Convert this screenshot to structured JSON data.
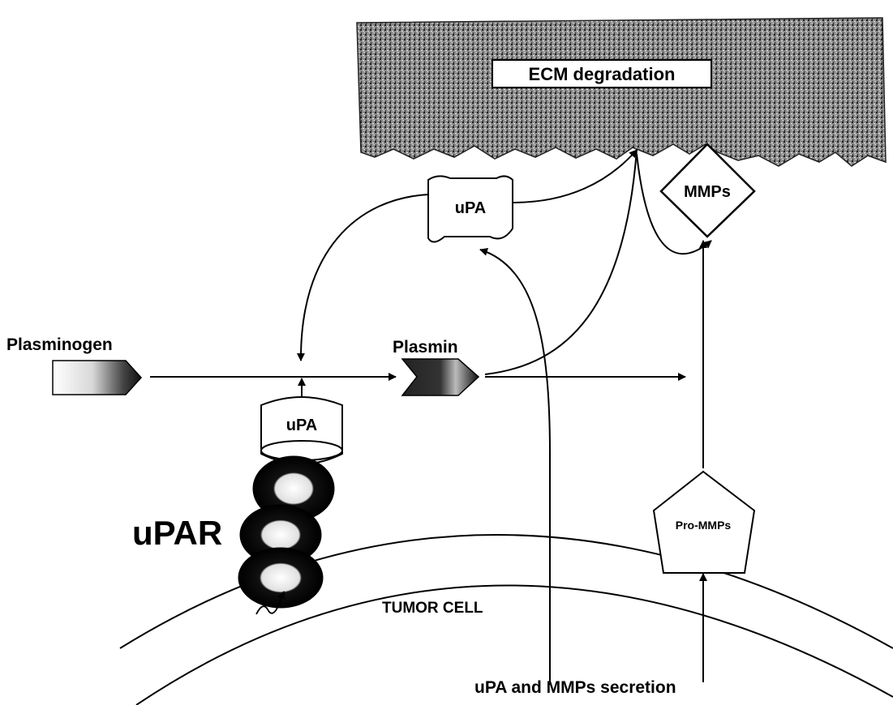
{
  "diagram": {
    "ecm_label": "ECM degradation",
    "upa_free_label": "uPA",
    "mmps_label": "MMPs",
    "plasminogen_label": "Plasminogen",
    "plasmin_label": "Plasmin",
    "upa_bound_label": "uPA",
    "upar_label": "uPAR",
    "pro_mmps_label": "Pro-MMPs",
    "tumor_cell_label": "TUMOR CELL",
    "secretion_label": "uPA and MMPs secretion"
  }
}
